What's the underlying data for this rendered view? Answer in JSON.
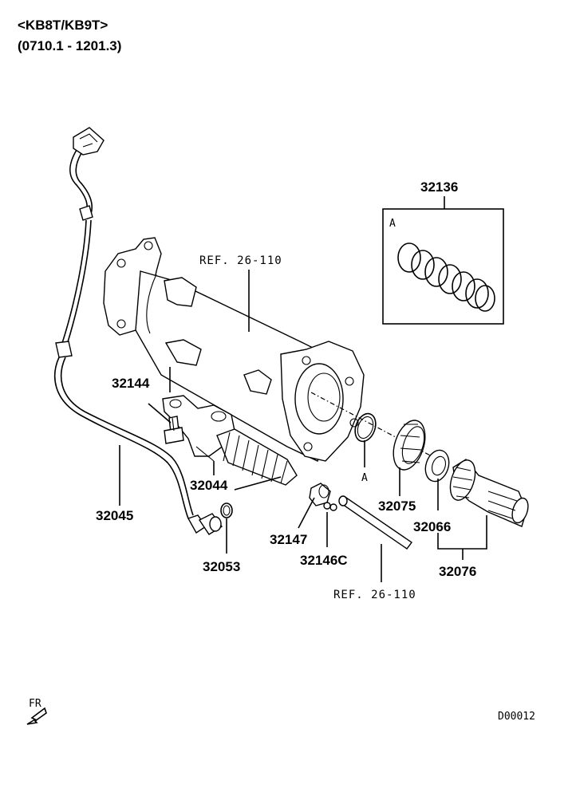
{
  "header": {
    "model": "<KB8T/KB9T>",
    "period": "(0710.1 - 1201.3)"
  },
  "diagram": {
    "kit_label": "A",
    "ref_upper": "REF. 26-110",
    "ref_lower": "REF. 26-110",
    "parts": {
      "p32136": "32136",
      "p32144": "32144",
      "p32044": "32044",
      "p32045": "32045",
      "p32053": "32053",
      "p32147": "32147",
      "p32146c": "32146C",
      "p32075": "32075",
      "p32066": "32066",
      "p32076": "32076",
      "a_marker": "A"
    },
    "fr_label": "FR",
    "drawing_code": "D00012"
  }
}
